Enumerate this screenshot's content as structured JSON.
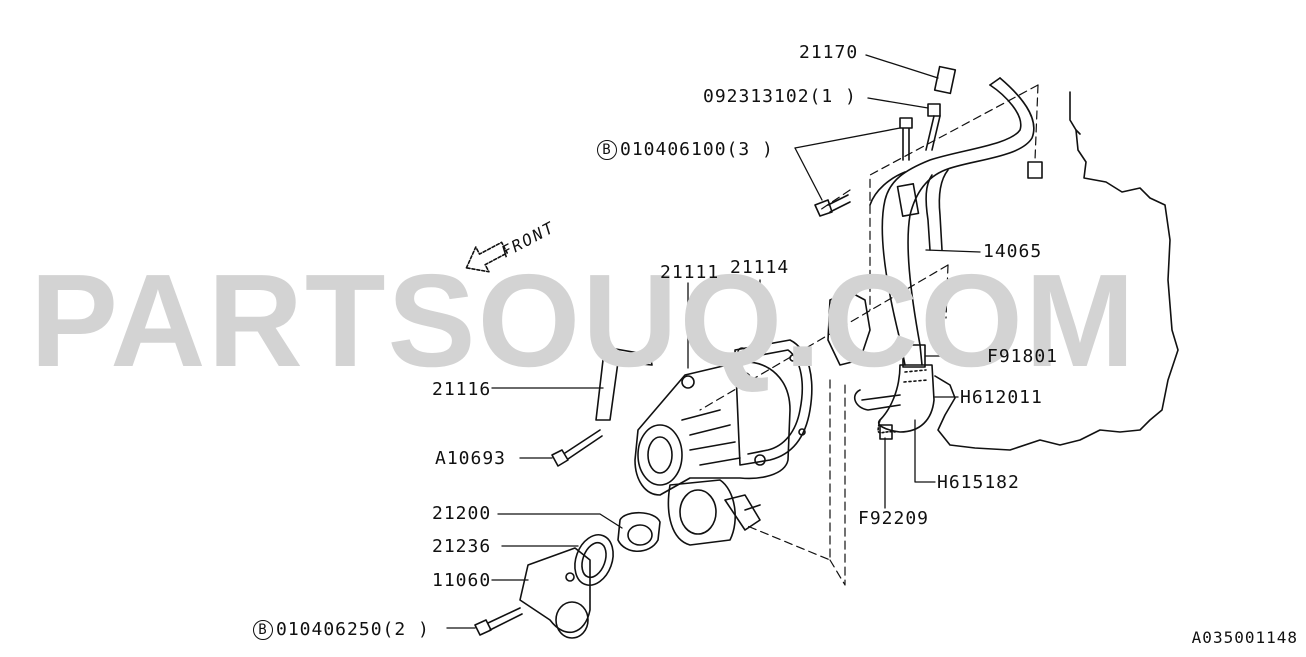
{
  "watermark": "PARTSOUQ.COM",
  "front_text": "FRONT",
  "reference_code": "A035001148",
  "bolt_marker": "B",
  "labels": {
    "p21170": "21170",
    "p092313102": "092313102(1 )",
    "p010406100": "010406100(3 )",
    "p14065": "14065",
    "p21111": "21111",
    "p21114": "21114",
    "pF91801": "F91801",
    "p21116": "21116",
    "pH612011": "H612011",
    "pA10693": "A10693",
    "pH615182": "H615182",
    "pF92209": "F92209",
    "p21200": "21200",
    "p21236": "21236",
    "p11060": "11060",
    "p010406250": "010406250(2 )"
  },
  "colors": {
    "line": "#111111",
    "watermark": "#d3d3d3"
  }
}
